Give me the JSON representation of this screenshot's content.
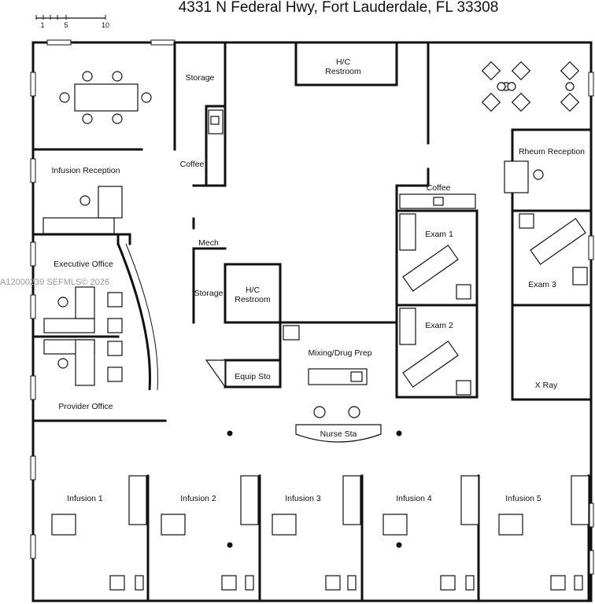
{
  "title": "4331 N Federal Hwy, Fort Lauderdale, FL 33308",
  "scale": {
    "ticks": [
      "1",
      "5",
      "10"
    ]
  },
  "watermark": "A12000239  SEFMLS© 2026",
  "rooms": {
    "storage_top": "Storage",
    "hc_restroom_top_1": "H/C",
    "hc_restroom_top_2": "Restroom",
    "coffee_left": "Coffee",
    "infusion_reception": "Infusion Reception",
    "rheum_reception": "Rheum Reception",
    "coffee_right": "Coffee",
    "exam_1": "Exam 1",
    "exam_2": "Exam 2",
    "exam_3": "Exam 3",
    "x_ray": "X Ray",
    "mech": "Mech",
    "storage_mid": "Storage",
    "hc_restroom_mid_1": "H/C",
    "hc_restroom_mid_2": "Restroom",
    "executive_office": "Executive Office",
    "provider_office": "Provider Office",
    "equip_sto": "Equip Sto",
    "mixing": "Mixing/Drug Prep",
    "nurse_sta": "Nurse Sta",
    "infusion_1": "Infusion 1",
    "infusion_2": "Infusion 2",
    "infusion_3": "Infusion 3",
    "infusion_4": "Infusion 4",
    "infusion_5": "Infusion 5"
  }
}
